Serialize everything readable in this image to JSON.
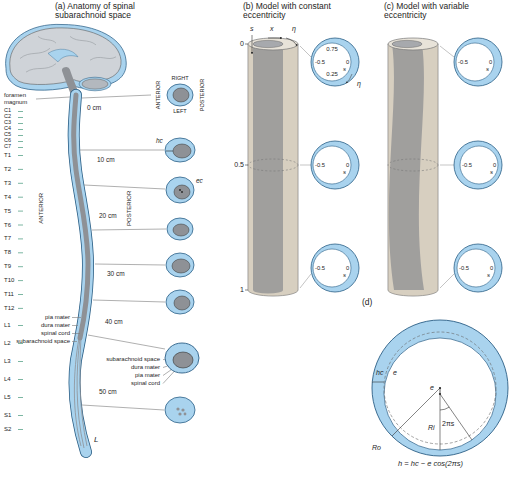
{
  "diagram": {
    "labels": [
      "(a) Anatomy of spinal subarachnoid space",
      "foramen magnum",
      "0 cm",
      "C1",
      "C2",
      "C3",
      "C4",
      "C5",
      "C6",
      "C7",
      "T1",
      "T2",
      "T3",
      "T4",
      "T5",
      "T6",
      "T7",
      "T8",
      "T9",
      "T10",
      "T11",
      "T12",
      "L1",
      "L2",
      "L3",
      "L4",
      "L5",
      "S1",
      "S2",
      "ANTERIOR",
      "POSTERIOR",
      "10 cm",
      "20 cm",
      "30 cm",
      "40 cm",
      "50 cm",
      "L",
      "RIGHT",
      "ANTERIOR",
      "LEFT",
      "POSTERIOR",
      "hc",
      "ec",
      "pia mater",
      "dura mater",
      "spinal cord",
      "subarachnoid space",
      "subarachnoid space",
      "dura mater",
      "pia mater",
      "spinal cord",
      "(b) Model with constant eccentricity",
      "s",
      "η",
      "x",
      "0",
      "0.5",
      "1",
      "0.75",
      "-0.5",
      "0",
      "0.25",
      "s",
      "η",
      "-0.5",
      "0",
      "s",
      "-0.5",
      "0",
      "s",
      "(c) Model with variable eccentricity",
      "-0.5",
      "0",
      "s",
      "-0.5",
      "0",
      "s",
      "-0.5",
      "0",
      "s",
      "(d)",
      "hc",
      "e",
      "e",
      "2πs",
      "Ri",
      "Ro",
      "h = hc − e cos(2πs)"
    ]
  }
}
